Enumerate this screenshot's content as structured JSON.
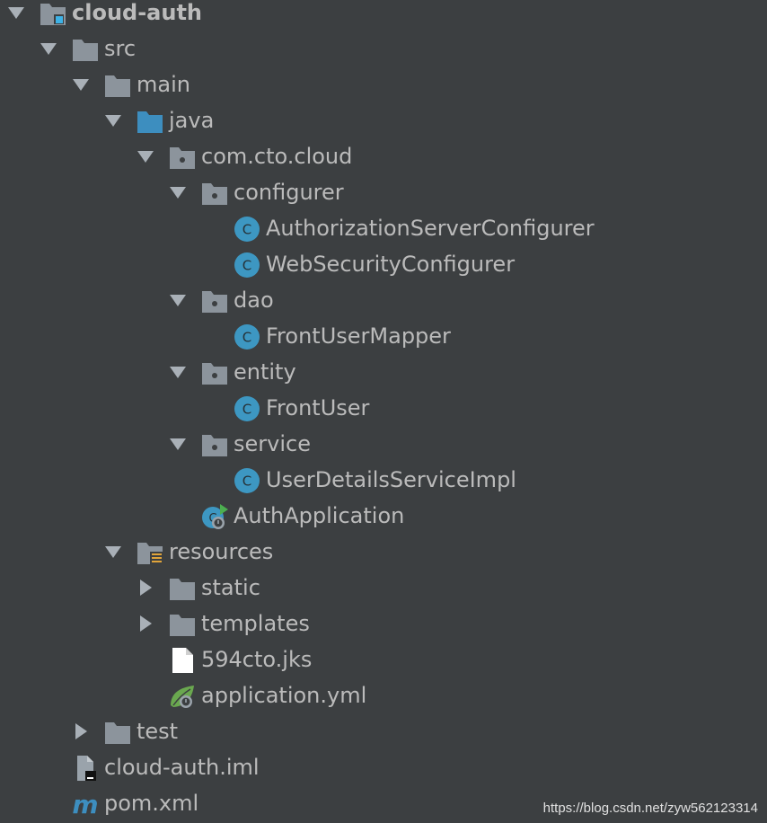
{
  "colors": {
    "background": "#3c3f41",
    "text": "#bbbbbb",
    "arrow": "#a9b0b7",
    "folder": "#8c949c",
    "source_folder": "#3d8ebf",
    "class_icon": "#3d97c2",
    "spring_green": "#6aa84f",
    "maven_blue": "#3d8ebf"
  },
  "tree": [
    {
      "label": "cloud-auth",
      "icon": "module-folder-icon",
      "arrow": "expanded",
      "bold": true
    },
    {
      "label": "src",
      "icon": "folder-icon",
      "arrow": "expanded"
    },
    {
      "label": "main",
      "icon": "folder-icon",
      "arrow": "expanded"
    },
    {
      "label": "java",
      "icon": "source-folder-icon",
      "arrow": "expanded"
    },
    {
      "label": "com.cto.cloud",
      "icon": "package-icon",
      "arrow": "expanded"
    },
    {
      "label": "configurer",
      "icon": "package-icon",
      "arrow": "expanded"
    },
    {
      "label": "AuthorizationServerConfigurer",
      "icon": "class-icon",
      "arrow": "none"
    },
    {
      "label": "WebSecurityConfigurer",
      "icon": "class-icon",
      "arrow": "none"
    },
    {
      "label": "dao",
      "icon": "package-icon",
      "arrow": "expanded"
    },
    {
      "label": "FrontUserMapper",
      "icon": "class-icon",
      "arrow": "none"
    },
    {
      "label": "entity",
      "icon": "package-icon",
      "arrow": "expanded"
    },
    {
      "label": "FrontUser",
      "icon": "class-icon",
      "arrow": "none"
    },
    {
      "label": "service",
      "icon": "package-icon",
      "arrow": "expanded"
    },
    {
      "label": "UserDetailsServiceImpl",
      "icon": "class-icon",
      "arrow": "none"
    },
    {
      "label": "AuthApplication",
      "icon": "spring-boot-class-icon",
      "arrow": "none"
    },
    {
      "label": "resources",
      "icon": "resources-folder-icon",
      "arrow": "expanded"
    },
    {
      "label": "static",
      "icon": "folder-icon",
      "arrow": "collapsed"
    },
    {
      "label": "templates",
      "icon": "folder-icon",
      "arrow": "collapsed"
    },
    {
      "label": "594cto.jks",
      "icon": "file-icon",
      "arrow": "none"
    },
    {
      "label": "application.yml",
      "icon": "spring-config-icon",
      "arrow": "none"
    },
    {
      "label": "test",
      "icon": "folder-icon",
      "arrow": "collapsed"
    },
    {
      "label": "cloud-auth.iml",
      "icon": "iml-file-icon",
      "arrow": "none"
    },
    {
      "label": "pom.xml",
      "icon": "maven-icon",
      "arrow": "none"
    }
  ],
  "watermark": "https://blog.csdn.net/zyw562123314"
}
